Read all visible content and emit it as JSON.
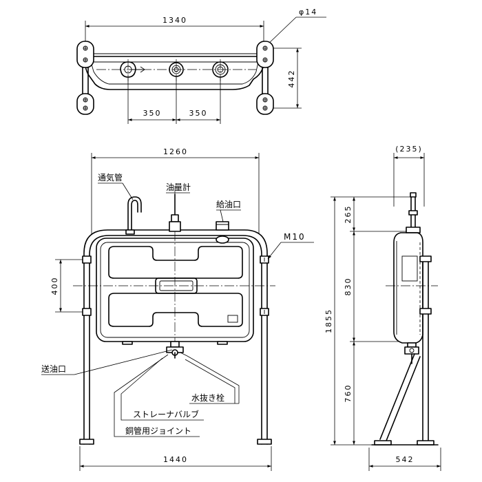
{
  "top_view": {
    "dim_width": "1340",
    "dim_spacing_left": "350",
    "dim_spacing_right": "350",
    "dim_depth": "442",
    "hole_diameter": "φ14"
  },
  "front_view": {
    "dim_tank_width": "1260",
    "dim_frame_width": "1440",
    "dim_bracket_spacing": "400",
    "label_vent_pipe": "通気管",
    "label_oil_gauge": "油量計",
    "label_filler": "給油口",
    "label_bolt": "M10",
    "label_outlet": "送油口",
    "label_drain_plug": "水抜き栓",
    "label_strainer_valve": "ストレーナバルブ",
    "label_copper_joint": "銅管用ジョイント"
  },
  "side_view": {
    "dim_depth_ref": "(235)",
    "dim_top_offset": "265",
    "dim_tank_height": "830",
    "dim_total_height": "1855",
    "dim_leg_height": "760",
    "dim_base_depth": "542"
  }
}
